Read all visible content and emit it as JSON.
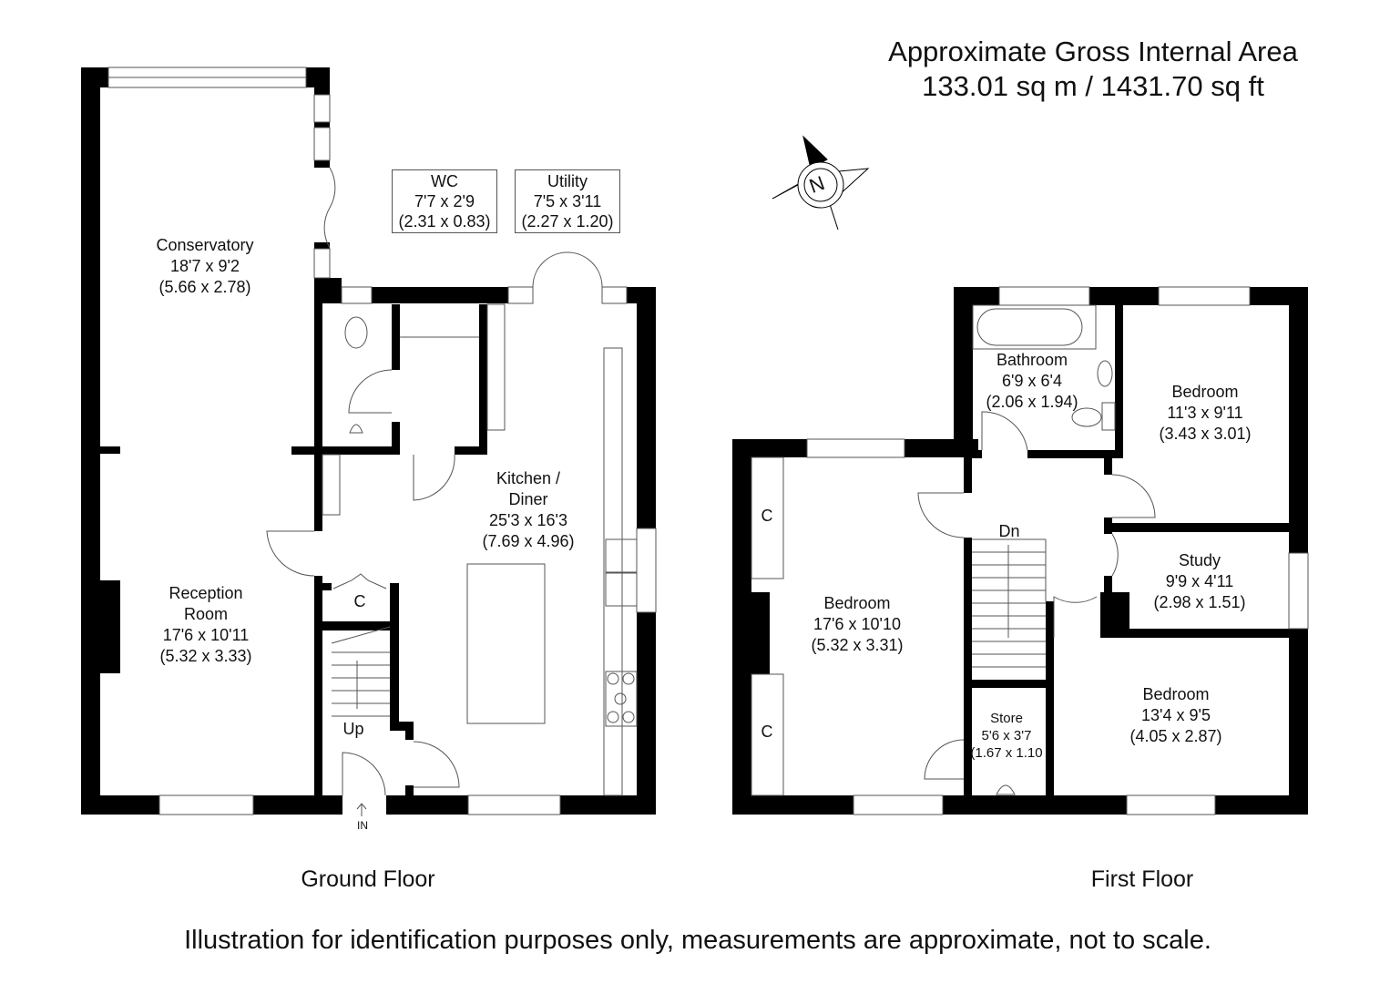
{
  "header": {
    "area_title": "Approximate Gross Internal Area",
    "area_value": "133.01 sq m / 1431.70 sq ft"
  },
  "compass": {
    "label": "N",
    "icon": "north-arrow-icon"
  },
  "ground_floor": {
    "label": "Ground Floor",
    "entrance_label": "IN",
    "stairs_label": "Up",
    "cupboard_label": "C",
    "rooms": [
      {
        "name": "Conservatory",
        "imperial": "18'7 x 9'2",
        "metric": "(5.66 x 2.78)"
      },
      {
        "name": "WC",
        "imperial": "7'7 x 2'9",
        "metric": "(2.31 x 0.83)"
      },
      {
        "name": "Utility",
        "imperial": "7'5 x 3'11",
        "metric": "(2.27 x 1.20)"
      },
      {
        "name": "Kitchen / Diner",
        "name_line1": "Kitchen /",
        "name_line2": "Diner",
        "imperial": "25'3 x 16'3",
        "metric": "(7.69 x 4.96)"
      },
      {
        "name": "Reception Room",
        "name_line1": "Reception",
        "name_line2": "Room",
        "imperial": "17'6 x 10'11",
        "metric": "(5.32 x 3.33)"
      }
    ]
  },
  "first_floor": {
    "label": "First Floor",
    "stairs_label": "Dn",
    "cupboard_label": "C",
    "rooms": [
      {
        "name": "Bathroom",
        "imperial": "6'9 x 6'4",
        "metric": "(2.06 x 1.94)"
      },
      {
        "name": "Bedroom",
        "imperial": "11'3 x 9'11",
        "metric": "(3.43 x 3.01)"
      },
      {
        "name": "Study",
        "imperial": "9'9 x 4'11",
        "metric": "(2.98 x 1.51)"
      },
      {
        "name": "Bedroom",
        "imperial": "17'6 x 10'10",
        "metric": "(5.32 x 3.31)"
      },
      {
        "name": "Store",
        "imperial": "5'6 x 3'7",
        "metric": "(1.67 x 1.10"
      },
      {
        "name": "Bedroom",
        "imperial": "13'4 x 9'5",
        "metric": "(4.05 x 2.87)"
      }
    ]
  },
  "footer": {
    "disclaimer": "Illustration for identification purposes only, measurements are approximate, not to scale."
  },
  "colors": {
    "wall": "#000000",
    "line": "#555555",
    "background": "#ffffff"
  }
}
